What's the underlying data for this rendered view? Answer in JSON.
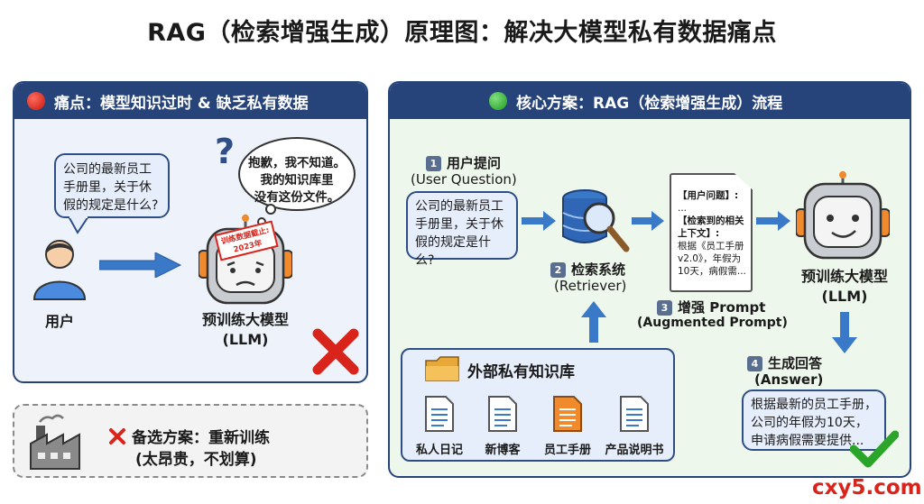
{
  "title": "RAG（检索增强生成）原理图：解决大模型私有数据痛点",
  "left_panel": {
    "header": "痛点：模型知识过时 & 缺乏私有数据",
    "user_question": "公司的最新员工手册里，关于休假的规定是什么?",
    "question_mark": "?",
    "robot_thought": [
      "抱歉，我不知道。",
      "我的知识库里",
      "没有这份文件。"
    ],
    "training_stamp": [
      "训练数据截止:",
      "2023年"
    ],
    "user_label": "用户",
    "model_label": "预训练大模型",
    "model_label_en": "(LLM)"
  },
  "alt_panel": {
    "title": "备选方案：重新训练",
    "subtitle": "(太昂贵，不划算)"
  },
  "right_panel": {
    "header": "核心方案：RAG（检索增强生成）流程",
    "step1": {
      "num": "1",
      "title": "用户提问",
      "title_en": "(User Question)",
      "bubble": "公司的最新员工手册里，关于休假的规定是什么?"
    },
    "step2": {
      "num": "2",
      "title": "检索系统",
      "title_en": "(Retriever)"
    },
    "step3": {
      "num": "3",
      "title": "增强 Prompt",
      "title_en": "(Augmented Prompt)"
    },
    "prompt_doc": {
      "line1": "【用户问题】:",
      "line2": "...",
      "line3": "【检索到的相关上下文】:",
      "line4": "根据《员工手册 v2.0》，年假为10天，病假需..."
    },
    "llm_label": "预训练大模型",
    "llm_label_en": "(LLM)",
    "step4": {
      "num": "4",
      "title": "生成回答",
      "title_en": "(Answer)"
    },
    "answer_bubble": "根据最新的员工手册，公司的年假为10天，申请病假需要提供...",
    "kb": {
      "title": "外部私有知识库",
      "docs": [
        "私人日记",
        "新博客",
        "员工手册",
        "产品说明书"
      ]
    }
  },
  "watermark": "cxy5.com",
  "colors": {
    "navy": "#27447a",
    "red": "#d9241c",
    "green": "#2aa52a",
    "arrow": "#3a78c8",
    "left_bg": "#eef3fb",
    "right_bg": "#eef7ec",
    "doc_orange": "#f08a2c"
  }
}
